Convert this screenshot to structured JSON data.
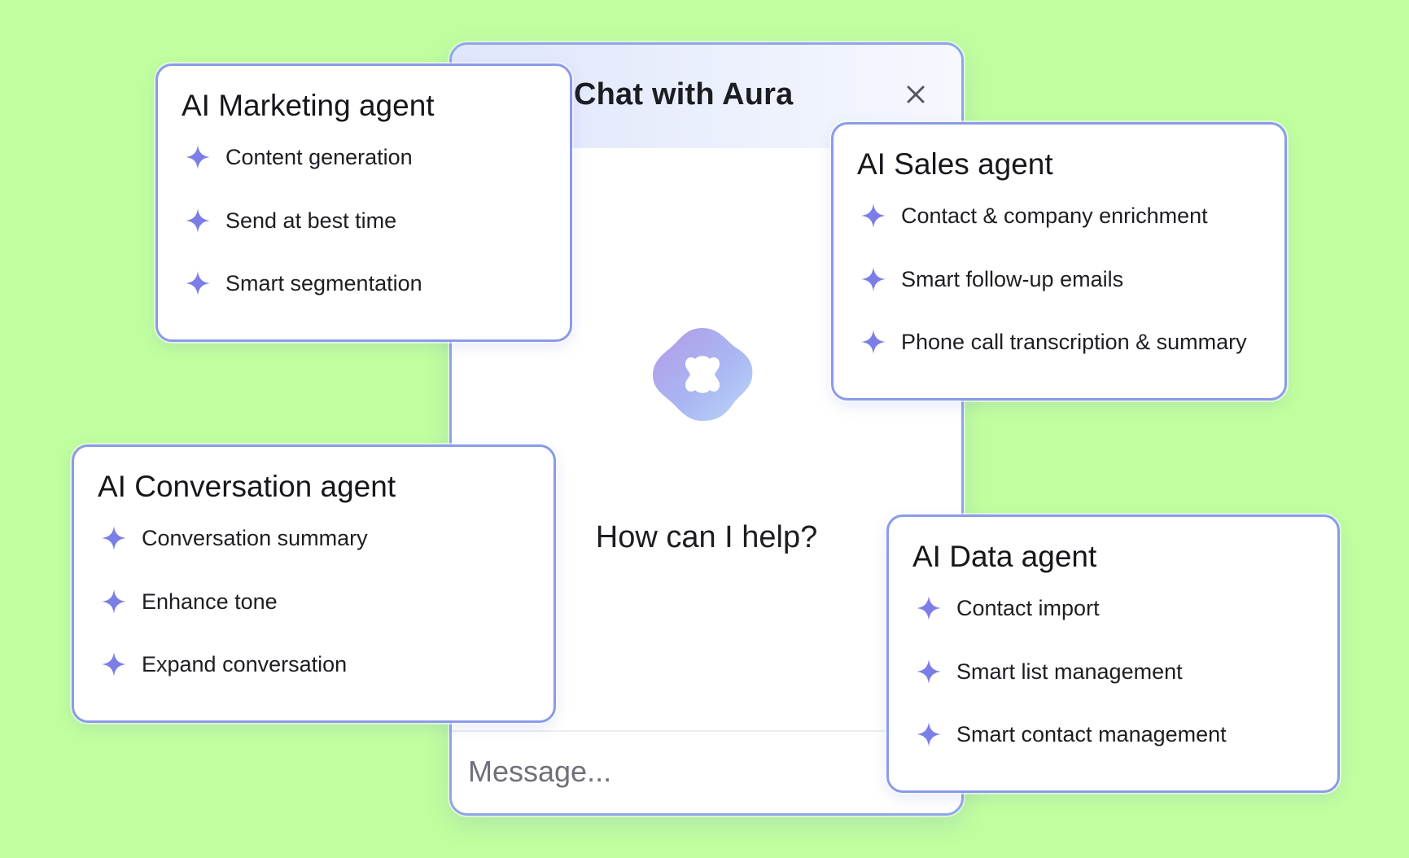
{
  "chat": {
    "title": "Chat with Aura",
    "close_icon": "close-icon",
    "logo_icon": "aura-logo-icon",
    "prompt": "How can I help?",
    "message_placeholder": "Message..."
  },
  "colors": {
    "background": "#c1fe9f",
    "sparkle": "#7b7ee6",
    "card_border": "#8a9bea"
  },
  "cards": {
    "marketing": {
      "title": "AI Marketing agent",
      "features": [
        "Content generation",
        "Send at best time",
        "Smart segmentation"
      ]
    },
    "sales": {
      "title": "AI Sales agent",
      "features": [
        "Contact & company enrichment",
        "Smart follow-up emails",
        "Phone call transcription & summary"
      ]
    },
    "conversation": {
      "title": "AI Conversation agent",
      "features": [
        "Conversation summary",
        "Enhance tone",
        "Expand conversation"
      ]
    },
    "data": {
      "title": "AI Data agent",
      "features": [
        "Contact import",
        "Smart list management",
        "Smart contact management"
      ]
    }
  },
  "feature_icon": "sparkle-icon"
}
